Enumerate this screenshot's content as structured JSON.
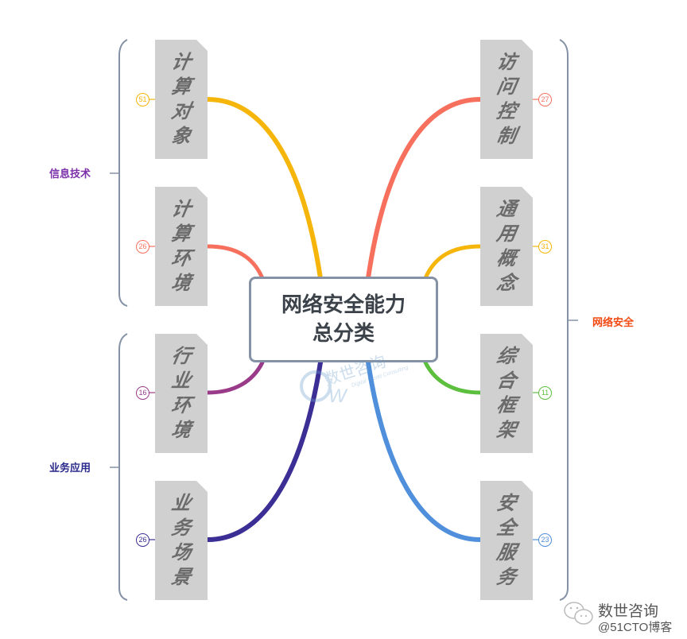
{
  "central_topic": {
    "line1": "网络安全能力",
    "line2": "总分类"
  },
  "groups": [
    {
      "label": "信息技术",
      "color": "#7b2fa8"
    },
    {
      "label": "业务应用",
      "color": "#2a2a8c"
    },
    {
      "label": "网络安全",
      "color": "#f24a12"
    }
  ],
  "topics": [
    {
      "chars": [
        "计",
        "算",
        "对",
        "象"
      ],
      "count": "51",
      "color": "#f5b50a",
      "side": "left"
    },
    {
      "chars": [
        "计",
        "算",
        "环",
        "境"
      ],
      "count": "26",
      "color": "#f7705e",
      "side": "left"
    },
    {
      "chars": [
        "行",
        "业",
        "环",
        "境"
      ],
      "count": "16",
      "color": "#9a3b8a",
      "side": "left"
    },
    {
      "chars": [
        "业",
        "务",
        "场",
        "景"
      ],
      "count": "26",
      "color": "#3b2f95",
      "side": "left"
    },
    {
      "chars": [
        "访",
        "问",
        "控",
        "制"
      ],
      "count": "27",
      "color": "#f7705e",
      "side": "right"
    },
    {
      "chars": [
        "通",
        "用",
        "概",
        "念"
      ],
      "count": "31",
      "color": "#f5b50a",
      "side": "right"
    },
    {
      "chars": [
        "综",
        "合",
        "框",
        "架"
      ],
      "count": "11",
      "color": "#5cbf3e",
      "side": "right"
    },
    {
      "chars": [
        "安",
        "全",
        "服",
        "务"
      ],
      "count": "23",
      "color": "#4f8fdb",
      "side": "right"
    }
  ],
  "watermark": {
    "cn": "数世咨询",
    "en": "Digital World Consulting",
    "logo": "W"
  },
  "footer": {
    "icon": "wechat-icon",
    "line1": "数世咨询",
    "line2": "@51CTO博客"
  }
}
